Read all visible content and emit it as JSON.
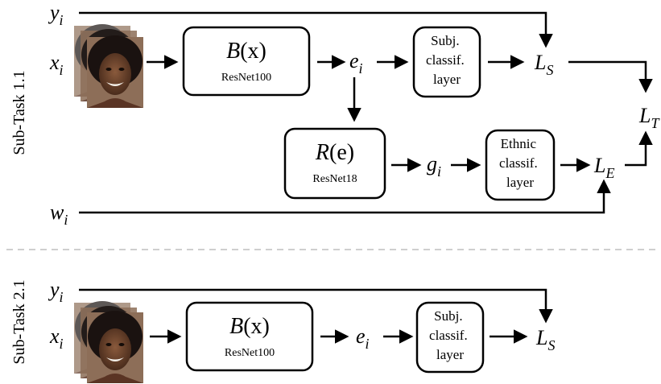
{
  "task1": {
    "label": "Sub-Task 1.1",
    "y": "y",
    "x": "x",
    "w": "w",
    "sub_i": "i",
    "backbone": {
      "func": "B",
      "arg": "(x)",
      "model": "ResNet100"
    },
    "embedding": "e",
    "subj_layer": [
      "Subj.",
      "classif.",
      "layer"
    ],
    "loss_s": "L",
    "loss_s_sub": "S",
    "reducer": {
      "func": "R",
      "arg": "(e)",
      "model": "ResNet18"
    },
    "g": "g",
    "ethnic_layer": [
      "Ethnic",
      "classif.",
      "layer"
    ],
    "loss_e": "L",
    "loss_e_sub": "E",
    "loss_t": "L",
    "loss_t_sub": "T"
  },
  "task2": {
    "label": "Sub-Task 2.1",
    "y": "y",
    "x": "x",
    "sub_i": "i",
    "backbone": {
      "func": "B",
      "arg": "(x)",
      "model": "ResNet100"
    },
    "embedding": "e",
    "subj_layer": [
      "Subj.",
      "classif.",
      "layer"
    ],
    "loss_s": "L",
    "loss_s_sub": "S"
  },
  "colors": {
    "line": "#000000",
    "divider": "#cfcfcf",
    "box_fill": "#ffffff"
  },
  "icons": {
    "face_stack": "face-stack-icon"
  }
}
